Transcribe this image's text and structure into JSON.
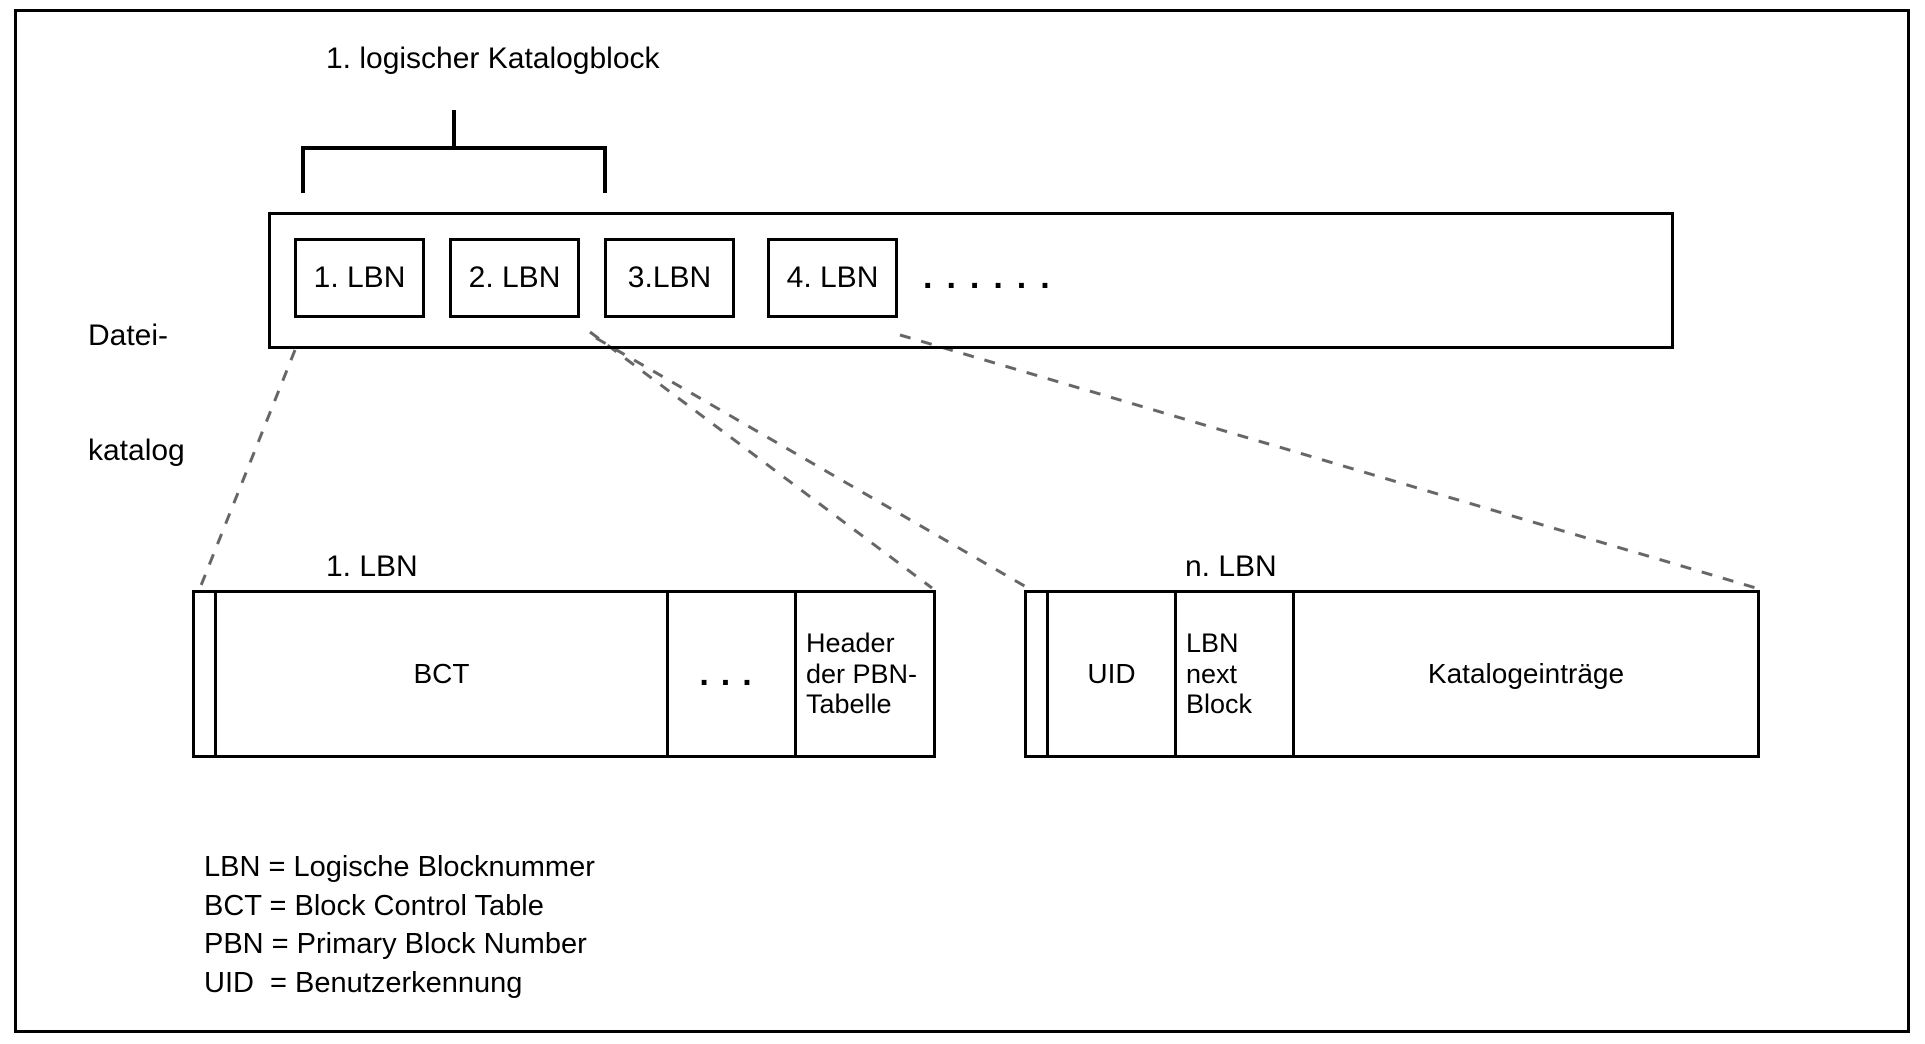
{
  "diagram": {
    "title": "1. logischer Katalogblock",
    "colors": {
      "stroke": "#000000",
      "background": "#ffffff",
      "dashed_connector": "#555555"
    },
    "catalog": {
      "label_line1": "Datei-",
      "label_line2": "katalog",
      "entries": [
        {
          "label": "1. LBN"
        },
        {
          "label": "2. LBN"
        },
        {
          "label": "3.LBN"
        },
        {
          "label": "4. LBN"
        }
      ],
      "ellipsis": "......"
    },
    "detail_blocks": [
      {
        "label": "1. LBN",
        "cells": [
          {
            "text": "",
            "kind": "narrow"
          },
          {
            "text": "BCT",
            "kind": "center"
          },
          {
            "text": "...",
            "kind": "dots"
          },
          {
            "text": "Header\nder\nPBN-\nTabelle",
            "kind": "left"
          }
        ]
      },
      {
        "label": "n. LBN",
        "cells": [
          {
            "text": "",
            "kind": "narrow"
          },
          {
            "text": "UID",
            "kind": "center"
          },
          {
            "text": "LBN\nnext\nBlock",
            "kind": "left"
          },
          {
            "text": "Katalogeinträge",
            "kind": "center"
          }
        ]
      }
    ],
    "legend": [
      "LBN = Logische Blocknummer",
      "BCT = Block Control Table",
      "PBN = Primary Block Number",
      "UID  = Benutzerkennung"
    ]
  }
}
